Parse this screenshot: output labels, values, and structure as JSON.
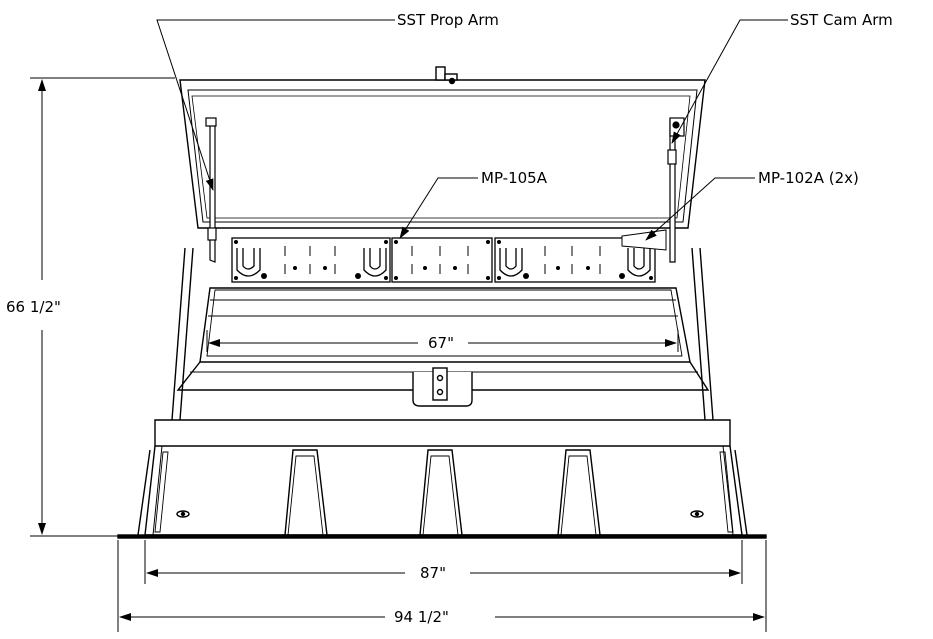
{
  "callouts": {
    "prop_arm": "SST Prop Arm",
    "cam_arm": "SST Cam Arm",
    "mp105a": "MP-105A",
    "mp102a": "MP-102A (2x)"
  },
  "dimensions": {
    "height": "66 1/2\"",
    "inner_width": "67\"",
    "base_width": "87\"",
    "overall_width": "94 1/2\""
  }
}
